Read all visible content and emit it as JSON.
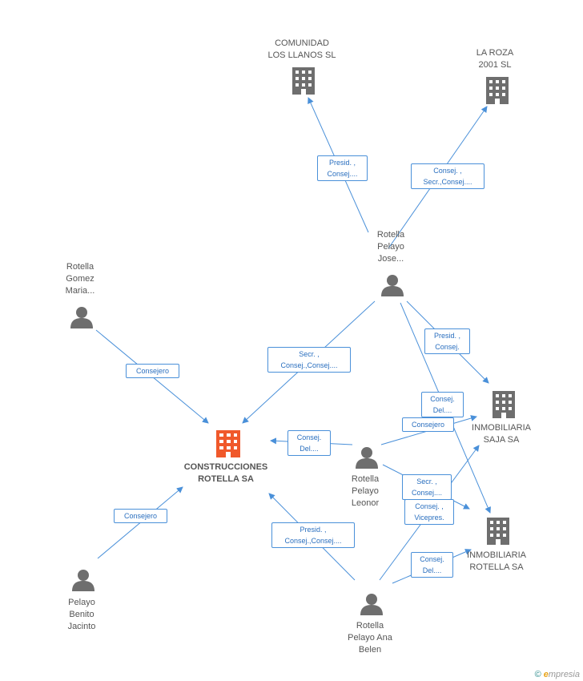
{
  "colors": {
    "edge": "#4a90d9",
    "company": "#6e6e6e",
    "main_company": "#f0592b",
    "person": "#6e6e6e"
  },
  "nodes": {
    "comunidad": {
      "label": "COMUNIDAD\nLOS LLANOS SL",
      "icon": "building-icon"
    },
    "laroza": {
      "label": "LA ROZA\n2001 SL",
      "icon": "building-icon"
    },
    "rpj": {
      "label": "Rotella\nPelayo\nJose...",
      "icon": "person-icon"
    },
    "rgm": {
      "label": "Rotella\nGomez\nMaria...",
      "icon": "person-icon"
    },
    "main": {
      "label": "CONSTRUCCIONES\nROTELLA SA",
      "icon": "building-icon"
    },
    "saja": {
      "label": "INMOBILIARIA\nSAJA SA",
      "icon": "building-icon"
    },
    "rpl": {
      "label": "Rotella\nPelayo\nLeonor",
      "icon": "person-icon"
    },
    "inmob": {
      "label": "INMOBILIARIA\nROTELLA SA",
      "icon": "building-icon"
    },
    "pbj": {
      "label": "Pelayo\nBenito\nJacinto",
      "icon": "person-icon"
    },
    "rpa": {
      "label": "Rotella\nPelayo Ana\nBelen",
      "icon": "person-icon"
    }
  },
  "relations": {
    "r1": "Presid. ,\nConsej....",
    "r2": "Consej. ,\nSecr.,Consej....",
    "r3": "Consejero",
    "r4": "Secr. ,\nConsej.,Consej....",
    "r5": "Presid. ,\nConsej.",
    "r6": "Consej.\nDel....",
    "r7": "Consejero",
    "r8": "Consej.\nDel....",
    "r9": "Secr. ,\nConsej....",
    "r10": "Consej. ,\nVicepres.",
    "r11": "Consejero",
    "r12": "Presid. ,\nConsej.,Consej....",
    "r13": "Consej.\nDel...."
  },
  "footer": {
    "copyright": "©",
    "brand_first": "e",
    "brand_rest": "mpresia"
  }
}
